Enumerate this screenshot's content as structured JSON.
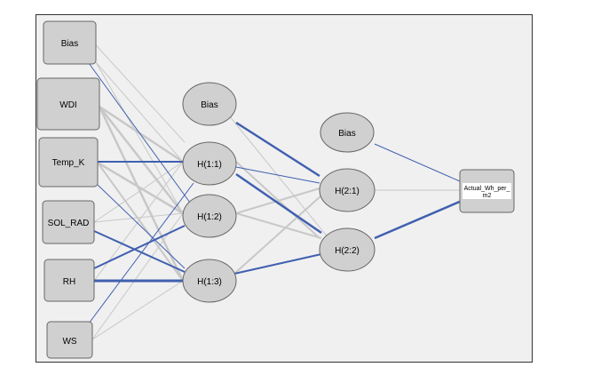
{
  "diagram": {
    "nodes": {
      "input_bias": "Bias",
      "wdi": "WDI",
      "temp_k": "Temp_K",
      "sol_rad": "SOL_RAD",
      "rh": "RH",
      "ws": "WS",
      "hidden1_bias": "Bias",
      "h1_1": "H(1:1)",
      "h1_2": "H(1:2)",
      "h1_3": "H(1:3)",
      "hidden2_bias": "Bias",
      "h2_1": "H(2:1)",
      "h2_2": "H(2:2)",
      "output_line1": "Actual_Wh_per_",
      "output_line2": "m2"
    },
    "colors": {
      "positive_weight": "#4060b0",
      "negative_weight": "#c8c8c8",
      "node_fill": "#d0d0d0",
      "panel_background": "#f0f0f0"
    }
  }
}
